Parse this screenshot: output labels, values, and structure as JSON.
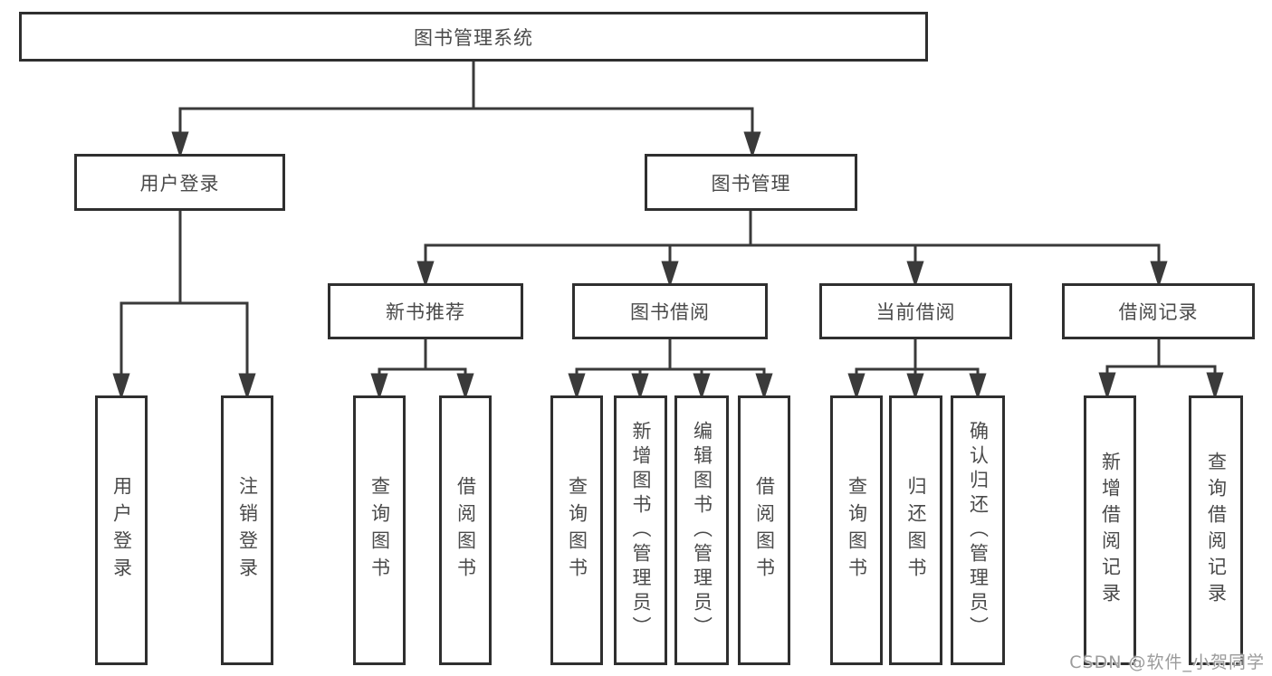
{
  "nodes": {
    "root": "图书管理系统",
    "user_login": "用户登录",
    "book_mgmt": "图书管理",
    "new_book_rec": "新书推荐",
    "book_borrow": "图书借阅",
    "current_borrow": "当前借阅",
    "borrow_records": "借阅记录",
    "leaf_user_login": "用户登录",
    "leaf_logout": "注销登录",
    "rec_query_book": "查询图书",
    "rec_borrow_book": "借阅图书",
    "bb_query_book": "查询图书",
    "bb_add_book": "新增图书（管理员）",
    "bb_edit_book": "编辑图书（管理员）",
    "bb_borrow_book": "借阅图书",
    "cb_query_book": "查询图书",
    "cb_return_book": "归还图书",
    "cb_confirm_return": "确认归还（管理员）",
    "br_add_record": "新增借阅记录",
    "br_query_record": "查询借阅记录"
  },
  "watermark": {
    "text": "CSDN @软件_小贺同学"
  },
  "style": {
    "line_color": "#3a3a3a",
    "border_color": "#2f2f2f",
    "text_color": "#4a4a4a",
    "watermark_color": "#9b9b9b",
    "background": "#ffffff"
  }
}
